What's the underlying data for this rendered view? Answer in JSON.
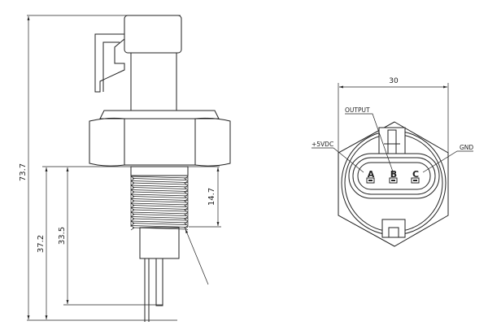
{
  "side_view": {
    "dimensions": {
      "overall_length": "73.7",
      "probe_length": "37.2",
      "pin_length": "33.5",
      "thread_length": "14.7"
    }
  },
  "front_view": {
    "dimensions": {
      "width": "30"
    },
    "pin_labels": {
      "a": "A",
      "b": "B",
      "c": "C"
    },
    "callouts": {
      "power": "+5VDC",
      "output": "OUTPUT",
      "ground": "GND"
    }
  }
}
